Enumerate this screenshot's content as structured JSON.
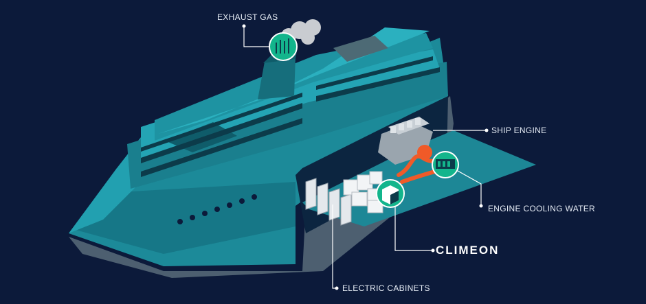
{
  "labels": {
    "exhaust_gas": "EXHAUST GAS",
    "ship_engine": "SHIP ENGINE",
    "engine_cooling_water": "ENGINE COOLING WATER",
    "climeon": "CLIMEON",
    "electric_cabinets": "ELECTRIC CABINETS"
  },
  "colors": {
    "background": "#0c1a3a",
    "hull": "#1c8a99",
    "hull_dark": "#0f5c6a",
    "hull_shadow": "#4d5f70",
    "deck": "#2aa3b2",
    "accent_green": "#13b58c",
    "accent_orange": "#f05a28",
    "callout_line": "#ffffff"
  },
  "icons": [
    "exhaust-gas-icon",
    "heat-exchanger-icon",
    "climeon-module-icon"
  ]
}
